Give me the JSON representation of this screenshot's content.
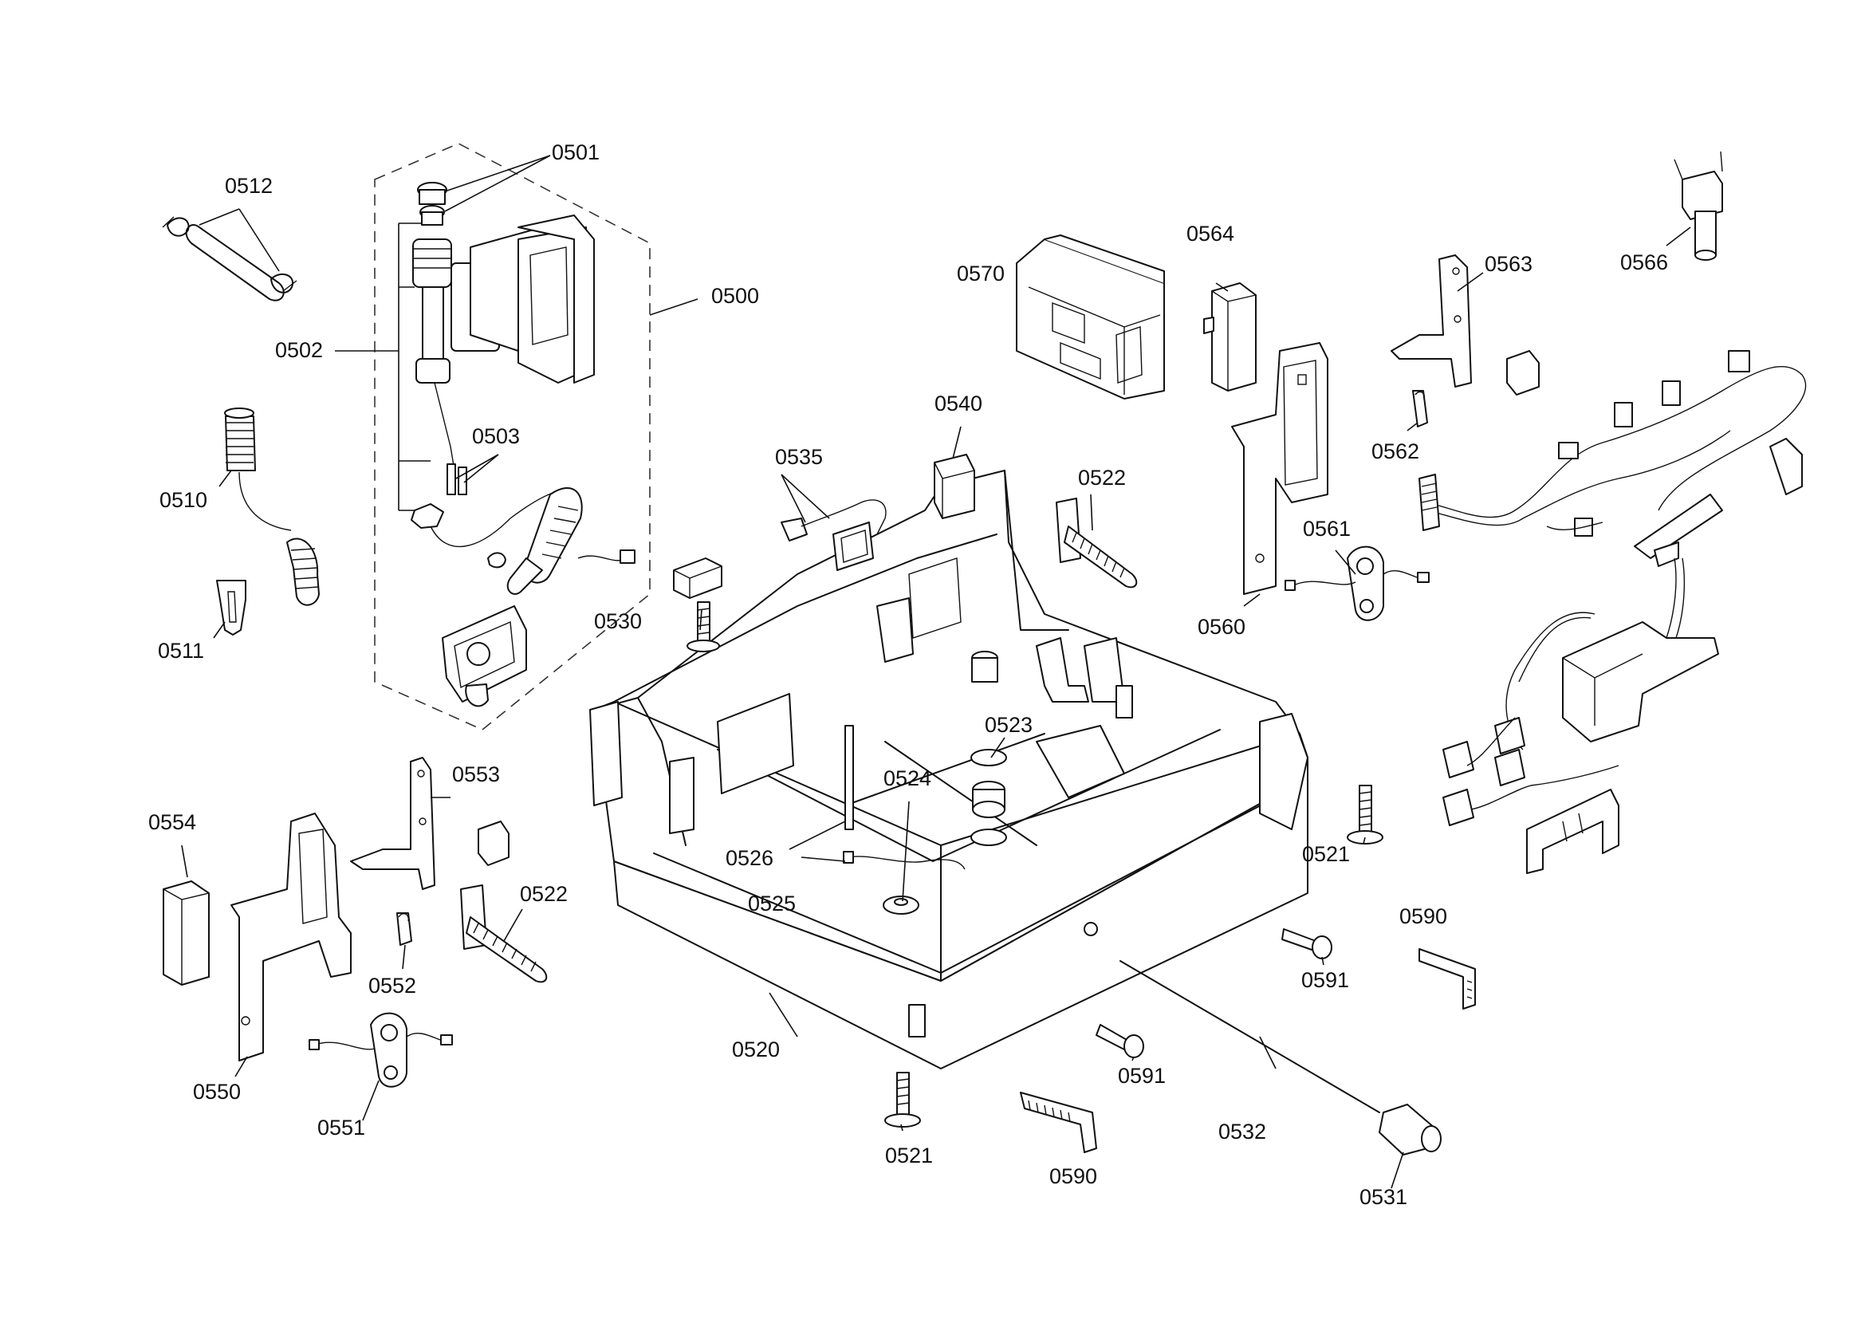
{
  "callouts": {
    "c0500": "0500",
    "c0501": "0501",
    "c0502": "0502",
    "c0503": "0503",
    "c0510": "0510",
    "c0511": "0511",
    "c0512": "0512",
    "c0520": "0520",
    "c0521a": "0521",
    "c0521b": "0521",
    "c0522a": "0522",
    "c0522b": "0522",
    "c0523": "0523",
    "c0524": "0524",
    "c0525": "0525",
    "c0526": "0526",
    "c0530": "0530",
    "c0531": "0531",
    "c0532": "0532",
    "c0535": "0535",
    "c0540": "0540",
    "c0550": "0550",
    "c0551": "0551",
    "c0552": "0552",
    "c0553": "0553",
    "c0554": "0554",
    "c0560": "0560",
    "c0561": "0561",
    "c0562": "0562",
    "c0563": "0563",
    "c0564": "0564",
    "c0566": "0566",
    "c0570": "0570",
    "c0590a": "0590",
    "c0590b": "0590",
    "c0591a": "0591",
    "c0591b": "0591"
  }
}
